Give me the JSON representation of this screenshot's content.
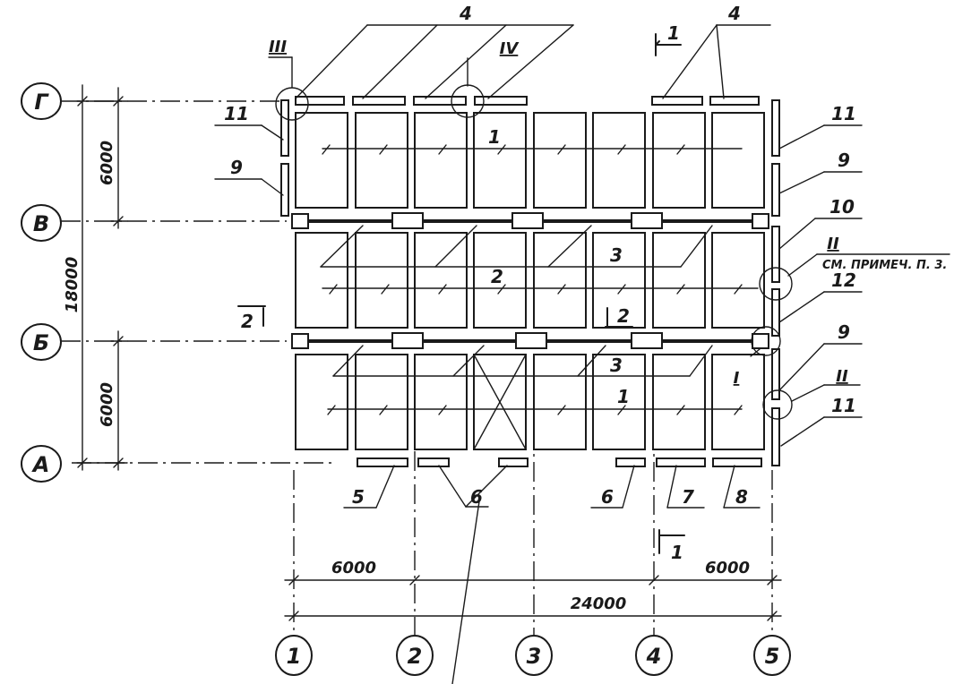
{
  "axes": {
    "letters": [
      "А",
      "Б",
      "В",
      "Г"
    ],
    "numbers": [
      "1",
      "2",
      "3",
      "4",
      "5"
    ]
  },
  "dimensions": {
    "bay_vertical_top": "6000",
    "bay_vertical_bottom": "6000",
    "overall_vertical": "18000",
    "bay_horizontal_left": "6000",
    "bay_horizontal_right": "6000",
    "overall_horizontal": "24000"
  },
  "labels": {
    "top_left_4": "4",
    "top_right_4": "4",
    "row1_top": "1",
    "row2": "2",
    "row3_top": "3",
    "row3_bottom": "3",
    "row1_bottom": "1",
    "bottom_5": "5",
    "bottom_6_left": "6",
    "bottom_6_right": "6",
    "bottom_7": "7",
    "bottom_8": "8",
    "left_11": "11",
    "left_9": "9",
    "right_11_top": "11",
    "right_9_top": "9",
    "right_10": "10",
    "right_12": "12",
    "right_9_bottom": "9",
    "right_11_bottom": "11"
  },
  "callouts": {
    "node_III": "III",
    "node_IV": "IV",
    "node_II_upper": "II",
    "node_II_lower": "II",
    "node_I": "I",
    "see_note": "СМ. ПРИМЕЧ. П. 3."
  },
  "sections": {
    "cut_1_top": "1",
    "cut_1_bottom": "1",
    "cut_2_left": "2",
    "cut_2_right": "2"
  }
}
